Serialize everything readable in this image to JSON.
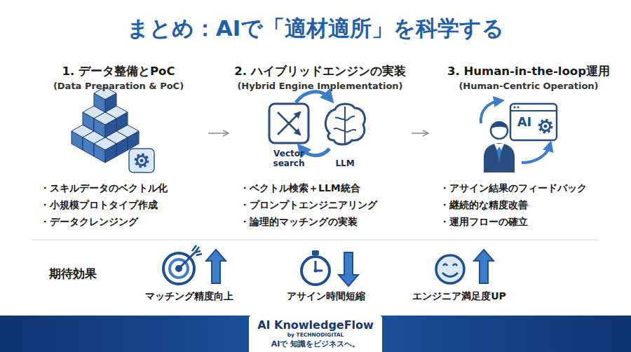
{
  "diagram": {
    "title": "まとめ：AIで「適材適所」を科学する",
    "nodes": [
      {
        "text": [
          "1. データ整備とPoC",
          "(Data Preparation & PoC)",
          "・スキルデータのベクトル化",
          "・小規模プロトタイプ作成",
          "・データクレンジング"
        ]
      },
      {
        "text": [
          "2. ハイブリッドエンジンの実装",
          "(Hybrid Engine Implementation)",
          "・ベクトル検索＋LLM統合",
          "・プロンプトエンジニアリング",
          "・論理的マッチングの実装"
        ]
      },
      {
        "text": [
          "3. Human-in-the-loop運用",
          "(Human-Centric Operation)",
          "・アサイン結果のフィードバック",
          "・継続的な精度改善",
          "・運用フローの確立"
        ]
      },
      {
        "text": [
          "AI KnowledgeFlow",
          "by TECHNODIGITAL",
          "AIで 知識をビジネスへ。"
        ]
      }
    ],
    "edges": [
      {
        "from": 0,
        "to": 1,
        "arrow": "to"
      },
      {
        "from": 1,
        "to": 2,
        "arrow": "to"
      }
    ],
    "labels": [
      "Vector search",
      "LLM",
      "AI",
      "期待効果",
      "マッチング精度向上",
      "アサイン時間短縮",
      "エンジニア満足度UP"
    ]
  }
}
